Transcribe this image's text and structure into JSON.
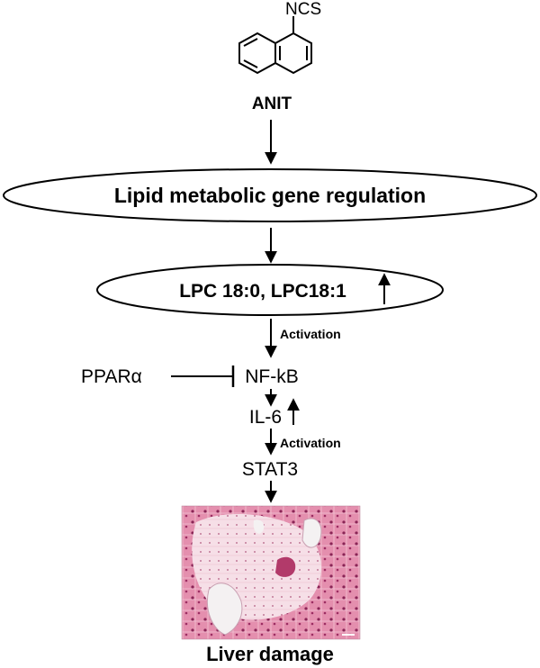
{
  "compound": {
    "group_label": "NCS",
    "name": "ANIT"
  },
  "steps": {
    "lipid_regulation": "Lipid metabolic gene regulation",
    "lpc": "LPC 18:0, LPC18:1",
    "activation_1": "Activation",
    "ppar": "PPARα",
    "nfkb": "NF-kB",
    "il6": "IL-6",
    "activation_2": "Activation",
    "stat3": "STAT3",
    "outcome": "Liver damage"
  },
  "histology": {
    "tissue_color": "#e79ab3",
    "stain_dark": "#b23a6a",
    "lumen_color": "#f4f1f2"
  }
}
